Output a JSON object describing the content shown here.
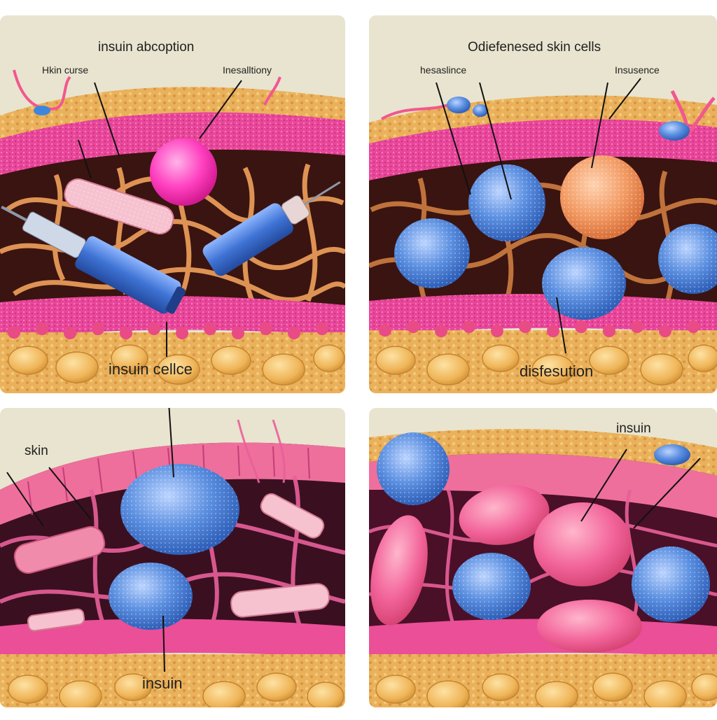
{
  "panels": [
    {
      "labels": {
        "title": "insuin abcoption",
        "left": "Hkin curse",
        "right": "Inesalltiony",
        "bottom": "insuin cellce"
      }
    },
    {
      "labels": {
        "title": "Odiefenesed skin cells",
        "left": "hesaslince",
        "right": "Insusence",
        "bottom": "disfesution"
      }
    },
    {
      "labels": {
        "left": "skin",
        "bottom": "insuin"
      }
    },
    {
      "labels": {
        "right": "insuin"
      }
    }
  ],
  "colors": {
    "frame_bg": "#e8e4cf",
    "fat": "#eab15c",
    "skin_pink": "#e8479a",
    "tissue_bg": "#3a1410",
    "fiber": "#e79a58",
    "blue_cell": "#5b8fe0",
    "pink_cell": "#f2649a",
    "orange_cell": "#f29a63",
    "lower_pink": "#e0508a",
    "syringe_blue": "#3f73d4"
  }
}
